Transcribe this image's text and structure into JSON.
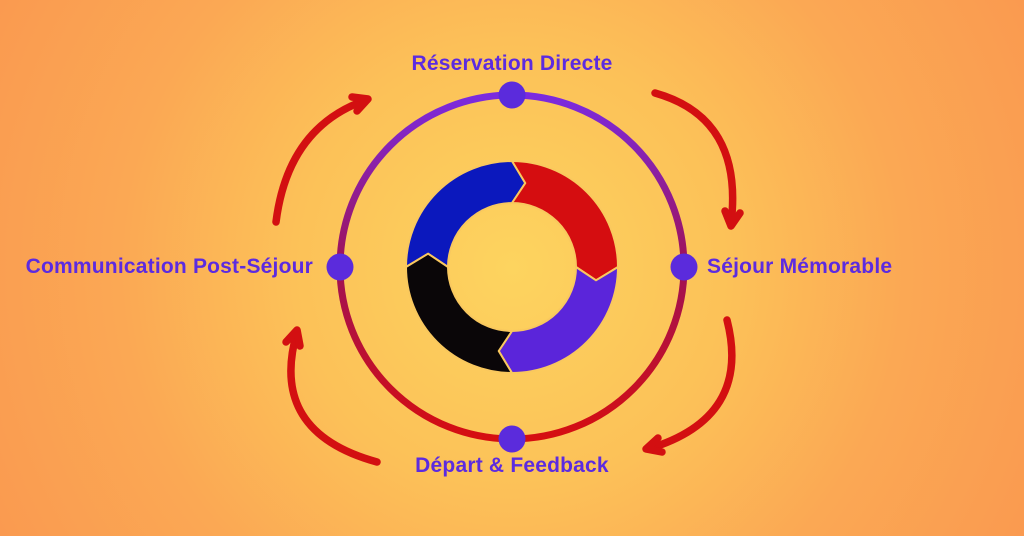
{
  "diagram": {
    "type": "cycle",
    "stages": [
      {
        "position": "top",
        "label": "Réservation Directe"
      },
      {
        "position": "right",
        "label": "Séjour Mémorable"
      },
      {
        "position": "bottom",
        "label": "Départ & Feedback"
      },
      {
        "position": "left",
        "label": "Communication Post-Séjour"
      }
    ]
  },
  "colors": {
    "background_center": "#fdd45f",
    "background_edge": "#fa9a50",
    "label_text": "#5c2be0",
    "ring_gradient_top": "#7b2ae0",
    "ring_gradient_mid": "#a01255",
    "ring_gradient_bottom": "#d60e10",
    "node_dot": "#5b2bdc",
    "outer_arrow": "#d30f11",
    "segment_blue": "#0b18bd",
    "segment_red": "#d50d10",
    "segment_purple": "#5b25da",
    "segment_black": "#0a0608"
  }
}
